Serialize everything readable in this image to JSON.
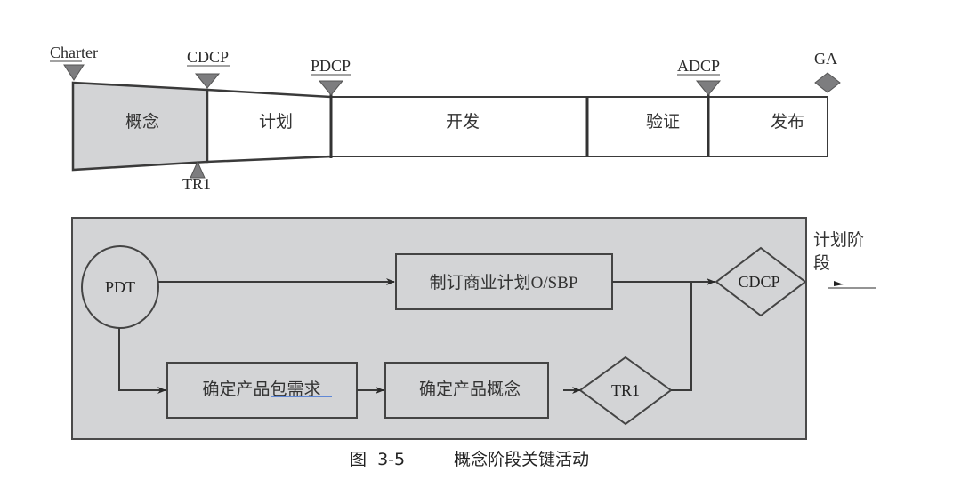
{
  "timeline": {
    "milestones": {
      "charter": "Charter",
      "cdcp": "CDCP",
      "pdcp": "PDCP",
      "adcp": "ADCP",
      "ga": "GA",
      "tr1": "TR1"
    },
    "phases": [
      "概念",
      "计划",
      "开发",
      "验证",
      "发布"
    ],
    "highlighted_phase": "概念"
  },
  "flow": {
    "pdt": "PDT",
    "business_plan": "制订商业计划O/SBP",
    "package_req_prefix": "确定产品",
    "package_req_underlined": "包需求",
    "product_concept": "确定产品概念",
    "tr1": "TR1",
    "cdcp": "CDCP",
    "next_phase_line1": "计划阶",
    "next_phase_line2": "段"
  },
  "caption": {
    "figure_no": "图  3-5",
    "title": "概念阶段关键活动"
  },
  "colors": {
    "fill_gray": "#d3d4d6",
    "marker_gray": "#7d7d7f",
    "stroke": "#3a3a3a",
    "link_underline": "#3a6fd6"
  }
}
